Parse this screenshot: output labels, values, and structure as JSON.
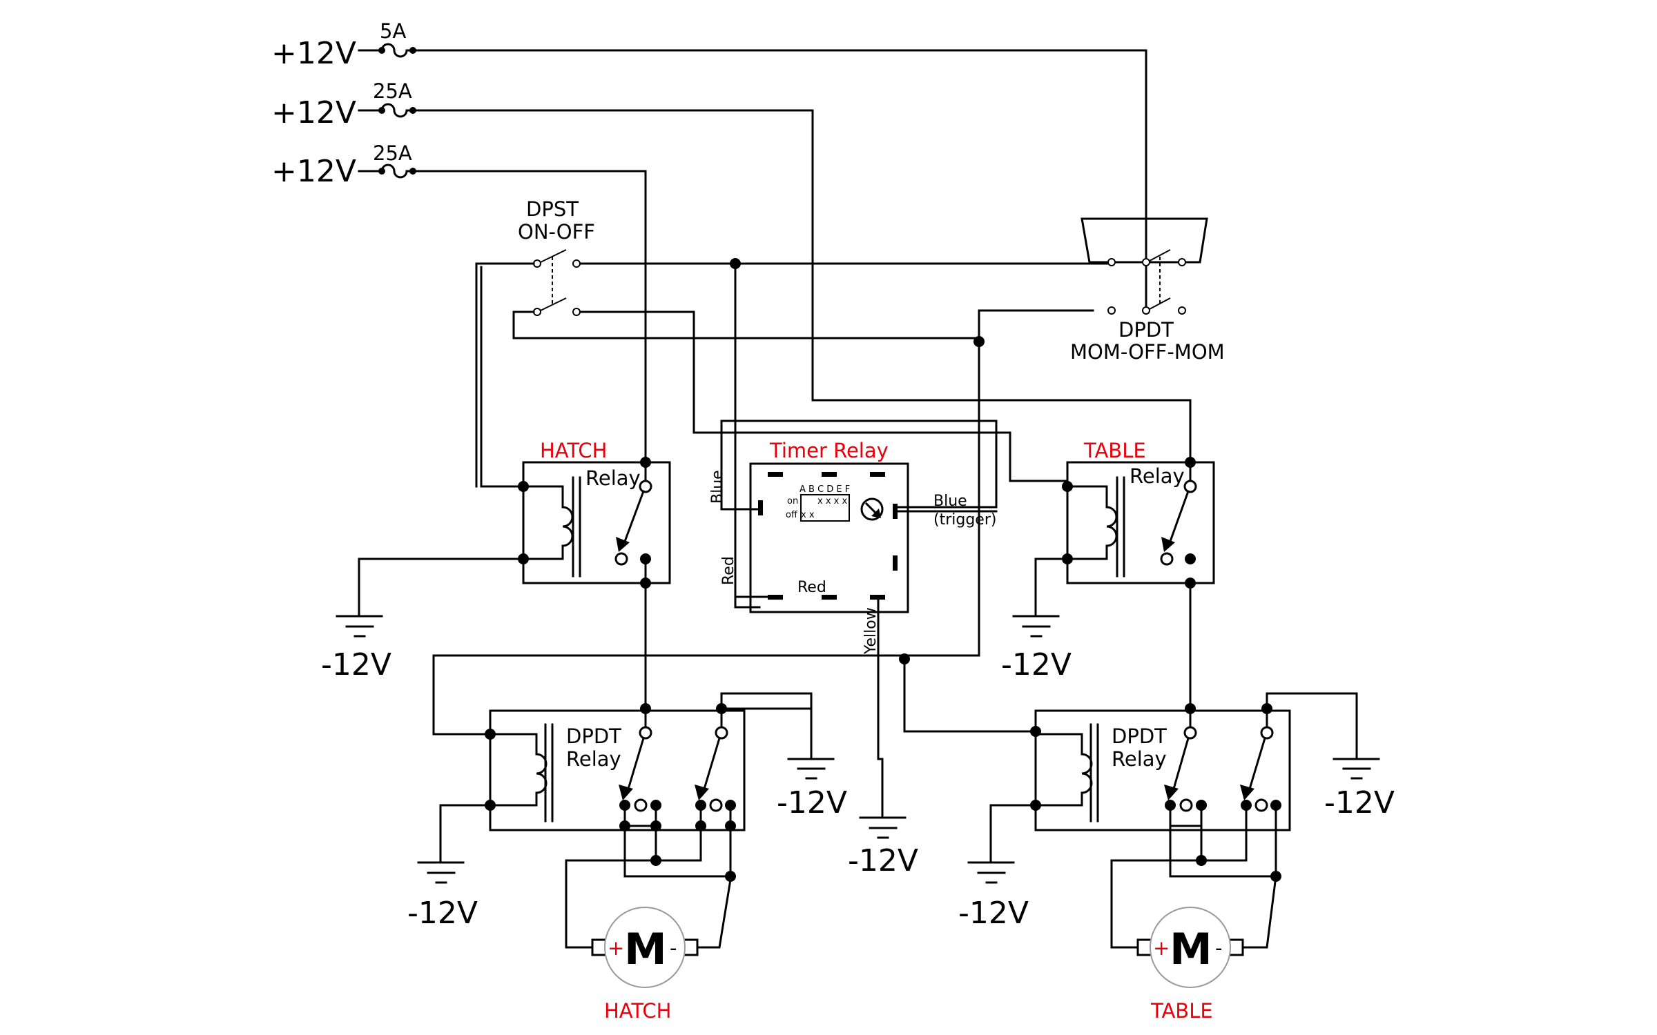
{
  "supplies": [
    {
      "voltage": "+12V",
      "fuse": "5A"
    },
    {
      "voltage": "+12V",
      "fuse": "25A"
    },
    {
      "voltage": "+12V",
      "fuse": "25A"
    }
  ],
  "switches": {
    "dpst": {
      "line1": "DPST",
      "line2": "ON-OFF"
    },
    "dpdt": {
      "line1": "DPDT",
      "line2": "MOM-OFF-MOM"
    }
  },
  "relays": {
    "hatch_relay": {
      "title": "HATCH",
      "label": "Relay"
    },
    "table_relay": {
      "title": "TABLE",
      "label": "Relay"
    },
    "hatch_dpdt": {
      "line1": "DPDT",
      "line2": "Relay"
    },
    "table_dpdt": {
      "line1": "DPDT",
      "line2": "Relay"
    }
  },
  "timer": {
    "title": "Timer Relay",
    "wire_blue": "Blue",
    "wire_red_left": "Red",
    "wire_red_bottom": "Red",
    "wire_yellow": "Yellow",
    "trigger_line1": "Blue",
    "trigger_line2": "(trigger)",
    "dip_header": "A B C D E F",
    "dip_on": "on",
    "dip_on_marks": "x x x x",
    "dip_off": "off",
    "dip_off_marks": "x x"
  },
  "grounds": [
    "-12V",
    "-12V",
    "-12V",
    "-12V",
    "-12V",
    "-12V",
    "-12V"
  ],
  "motors": [
    {
      "symbol": "M",
      "plus": "+",
      "minus": "-",
      "label": "HATCH"
    },
    {
      "symbol": "M",
      "plus": "+",
      "minus": "-",
      "label": "TABLE"
    }
  ],
  "colors": {
    "label_red": "#e8000b",
    "wire": "#000000"
  }
}
